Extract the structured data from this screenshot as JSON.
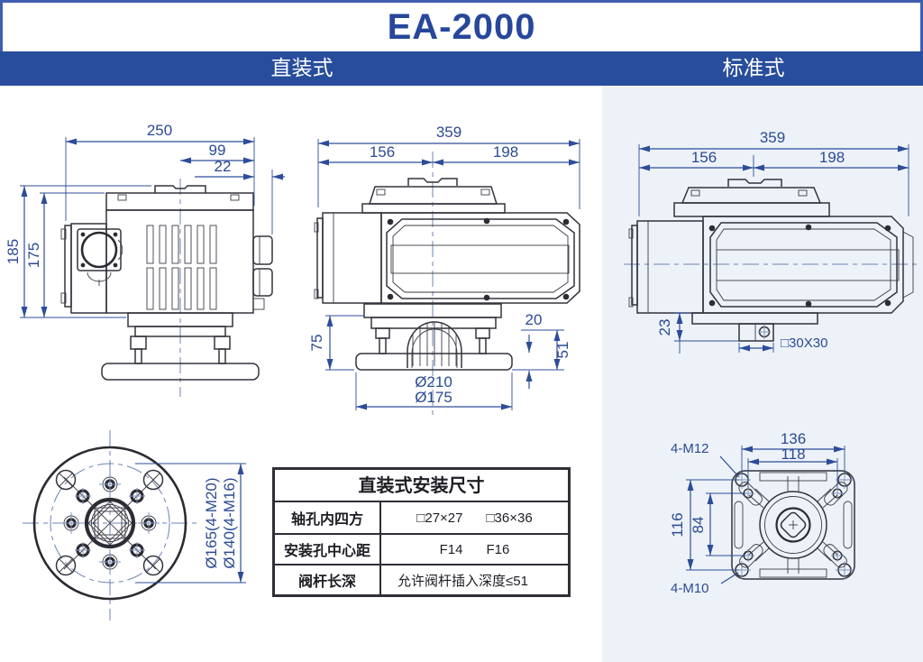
{
  "title": "EA-2000",
  "header": {
    "left_tab": "直装式",
    "right_tab": "标准式"
  },
  "colors": {
    "accent_bar": "#274d9c",
    "title_text": "#27479b",
    "dimension_text": "#2b4a94",
    "drawing_line": "#33333d",
    "right_panel_bg": "#edf2f8"
  },
  "front_view": {
    "dim_250": "250",
    "dim_99": "99",
    "dim_22": "22",
    "dim_185": "185",
    "dim_175": "175"
  },
  "side_view": {
    "dim_359": "359",
    "dim_156": "156",
    "dim_198": "198",
    "dim_75": "75",
    "dim_20": "20",
    "dim_51": "51",
    "dim_d210": "Ø210",
    "dim_d175": "Ø175"
  },
  "standard_view": {
    "dim_359": "359",
    "dim_156": "156",
    "dim_198": "198",
    "dim_23": "23",
    "square_label": "□30X30"
  },
  "round_flange": {
    "label_outer": "Ø165(4-M20)",
    "label_inner": "Ø140(4-M16)"
  },
  "square_flange": {
    "dim_136": "136",
    "dim_118": "118",
    "dim_116": "116",
    "dim_84": "84",
    "bolts_top": "4-M12",
    "bolts_bottom": "4-M10"
  },
  "mount_table": {
    "title": "直装式安装尺寸",
    "rows": [
      {
        "label": "轴孔内四方",
        "v1": "□27×27",
        "v2": "□36×36"
      },
      {
        "label": "安装孔中心距",
        "v1": "F14",
        "v2": "F16"
      },
      {
        "label": "阀杆长深",
        "v1": "允许阀杆插入深度≤51",
        "v2": ""
      }
    ]
  }
}
